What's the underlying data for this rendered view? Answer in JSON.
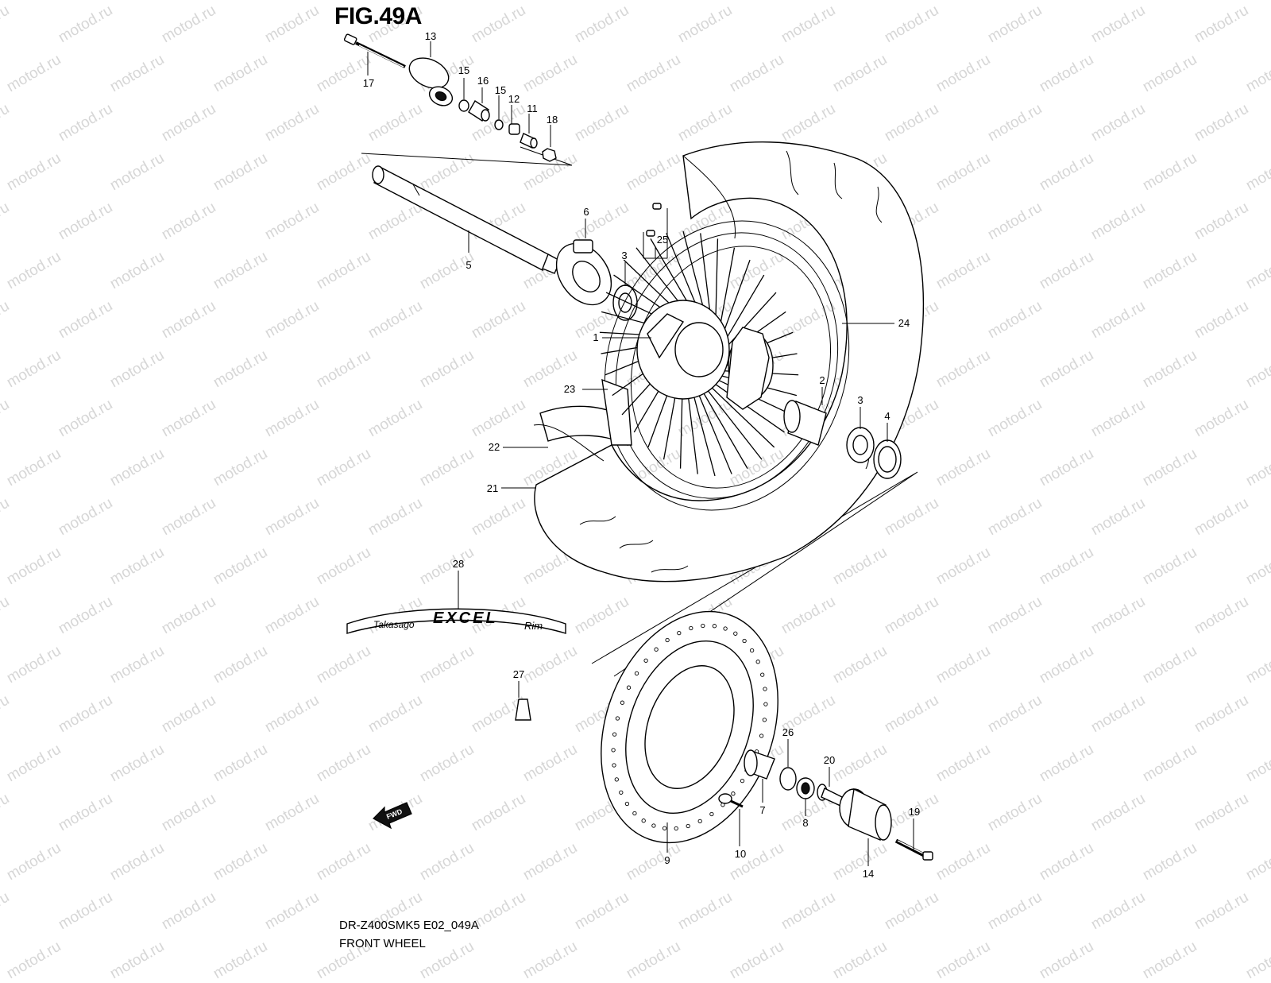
{
  "figure_title": "FIG.49A",
  "drawing_code": "DR-Z400SMK5 E02_049A",
  "caption": "FRONT WHEEL",
  "watermark": "motod.ru",
  "rim_decal": {
    "brand": "Takasago",
    "line": "EXCEL",
    "suffix": "Rim"
  },
  "fwd_arrow": "FWD",
  "callouts": [
    "1",
    "2",
    "3",
    "3",
    "4",
    "5",
    "6",
    "7",
    "8",
    "9",
    "10",
    "11",
    "12",
    "13",
    "14",
    "15",
    "15",
    "16",
    "17",
    "18",
    "19",
    "20",
    "21",
    "22",
    "23",
    "24",
    "25",
    "26",
    "27",
    "28"
  ]
}
